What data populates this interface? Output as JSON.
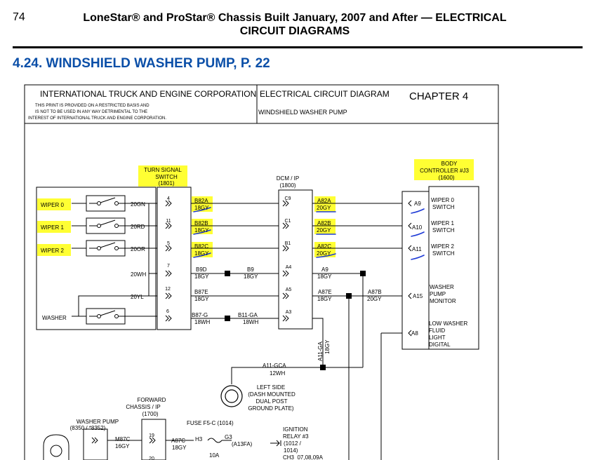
{
  "page": {
    "number": "74",
    "title_line1": "LoneStar® and ProStar® Chassis Built January, 2007 and After — ELECTRICAL",
    "title_line2": "CIRCUIT DIAGRAMS",
    "section_title": "4.24.  WINDSHIELD WASHER PUMP, P. 22"
  },
  "titleblock": {
    "company": "INTERNATIONAL TRUCK AND ENGINE CORPORATION",
    "notice1": "THIS PRINT IS PROVIDED ON A RESTRICTED BASIS AND",
    "notice2": "IS NOT TO BE USED IN ANY WAY DETRIMENTAL TO THE",
    "notice3": "INTEREST OF INTERNATIONAL TRUCK AND ENGINE CORPORATION.",
    "diagram_type": "ELECTRICAL CIRCUIT DIAGRAM",
    "diagram_name": "WINDSHIELD WASHER PUMP",
    "chapter": "CHAPTER 4"
  },
  "colors": {
    "highlight": "#ffff33",
    "underline": "#1f3bd6",
    "section_title": "#0b4fa8"
  },
  "turn_signal": {
    "line1": "TURN SIGNAL",
    "line2": "SWITCH",
    "line3": "(1801)"
  },
  "dcm": {
    "line1": "DCM / IP",
    "line2": "(1800)"
  },
  "body_controller": {
    "line1": "BODY",
    "line2": "CONTROLLER #J3",
    "line3": "(1600)"
  },
  "switch_labels": {
    "wiper0": "WIPER 0",
    "wiper1": "WIPER 1",
    "wiper2": "WIPER 2",
    "washer": "WASHER"
  },
  "rows": [
    {
      "ts_pin": "4",
      "left_wire": "20GN",
      "circuit": "B82A",
      "gauge": "18GY",
      "dcm_pin": "C9",
      "out_circuit": "A82A",
      "out_gauge": "20GY",
      "bc_pin": "A9",
      "bc_label1": "WIPER 0",
      "bc_label2": "SWITCH"
    },
    {
      "ts_pin": "11",
      "left_wire": "20RD",
      "circuit": "B82B",
      "gauge": "18GY",
      "dcm_pin": "C1",
      "out_circuit": "A82B",
      "out_gauge": "20GY",
      "bc_pin": "A10",
      "bc_label1": "WIPER 1",
      "bc_label2": "SWITCH"
    },
    {
      "ts_pin": "5",
      "left_wire": "20OR",
      "circuit": "B82C",
      "gauge": "18GY",
      "dcm_pin": "B1",
      "out_circuit": "A82C",
      "out_gauge": "20GY",
      "bc_pin": "A11",
      "bc_label1": "WIPER 2",
      "bc_label2": "SWITCH"
    }
  ],
  "row4": {
    "ts_pin": "7",
    "left_wire": "20WH",
    "circuit": "B9D",
    "gauge": "18GY",
    "mid_circuit": "B9",
    "mid_gauge": "18GY",
    "dcm_pin": "A4",
    "out_circuit": "A9",
    "out_gauge": "18GY"
  },
  "row5": {
    "ts_pin": "12",
    "left_wire": "20YL",
    "circuit": "B87E",
    "gauge": "18GY",
    "dcm_pin": "A5",
    "out_circuit": "A87E",
    "out_gauge": "18GY",
    "branch_circuit": "A87B",
    "branch_gauge": "20GY",
    "bc_pin": "A15",
    "bc_l1": "WASHER",
    "bc_l2": "PUMP",
    "bc_l3": "MONITOR"
  },
  "row6": {
    "ts_pin": "6",
    "circuit": "B87-G",
    "gauge": "18WH",
    "mid_circuit": "B11-GA",
    "mid_gauge": "18WH",
    "dcm_pin": "A3"
  },
  "bc_a8": {
    "pin": "A8",
    "l1": "LOW WASHER",
    "l2": "FLUID",
    "l3": "LIGHT",
    "l4": "DIGITAL"
  },
  "ground": {
    "vert_circuit": "A11-GA",
    "vert_gauge": "18GY",
    "circuit": "A11-GCA",
    "gauge": "12WH",
    "l1": "LEFT SIDE",
    "l2": "(DASH MOUNTED",
    "l3": "DUAL POST",
    "l4": "GROUND PLATE)"
  },
  "forward_chassis": {
    "l1": "FORWARD",
    "l2": "CHASSIS / IP",
    "l3": "(1700)",
    "pin": "19",
    "pin2": "20"
  },
  "washer_pump": {
    "l1": "WASHER PUMP",
    "l2": "(8350 / *8352)",
    "circuit": "M87C",
    "gauge": "16GY"
  },
  "fuse": {
    "label": "FUSE F5-C (1014)",
    "circuit": "A87C",
    "gauge": "18GY",
    "h": "H3",
    "g": "G3",
    "ref": "(A13FA)",
    "amps": "10A"
  },
  "relay": {
    "l1": "IGNITION",
    "l2": "RELAY #3",
    "l3": "(1012 /",
    "l4": "1014)",
    "l5": "CH3_07,08,09A"
  }
}
